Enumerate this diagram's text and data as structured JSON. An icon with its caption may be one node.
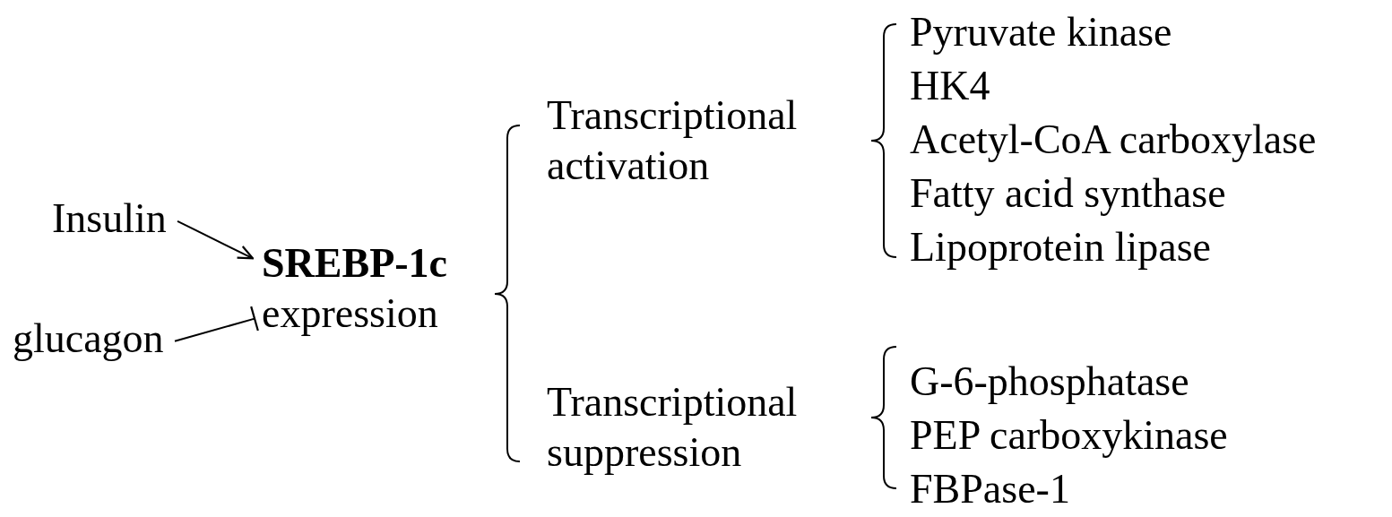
{
  "diagram": {
    "nodes": [
      {
        "text": [
          "Insulin"
        ]
      },
      {
        "text": [
          "glucagon"
        ]
      },
      {
        "text": [
          "SREBP-1c",
          "expression"
        ]
      },
      {
        "text": [
          "Transcriptional activation"
        ]
      },
      {
        "text": [
          "Transcriptional suppression"
        ]
      },
      {
        "text": [
          "Pyruvate kinase"
        ]
      },
      {
        "text": [
          "HK4"
        ]
      },
      {
        "text": [
          "Acetyl-CoA carboxylase"
        ]
      },
      {
        "text": [
          "Fatty acid synthase"
        ]
      },
      {
        "text": [
          "Lipoprotein lipase"
        ]
      },
      {
        "text": [
          "G-6-phosphatase"
        ]
      },
      {
        "text": [
          "PEP carboxykinase"
        ]
      },
      {
        "text": [
          "FBPase-1"
        ]
      }
    ],
    "edges": [
      {
        "from": 0,
        "to": 2,
        "arrow": "to"
      },
      {
        "from": 1,
        "to": 2,
        "arrow": "other"
      }
    ]
  }
}
